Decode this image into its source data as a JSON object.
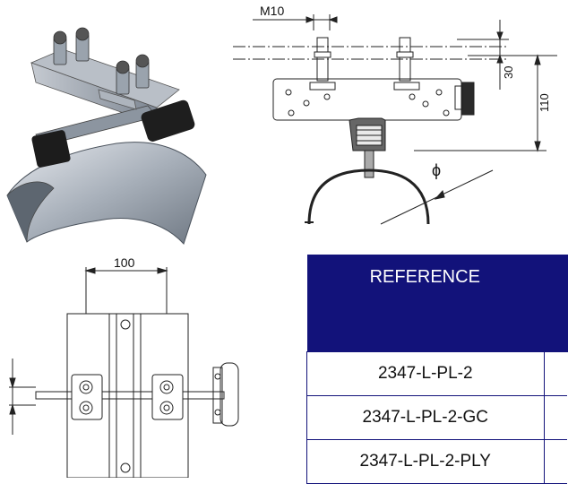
{
  "front_view": {
    "thread_label": "M10",
    "dim_upper": "30",
    "dim_total": "110",
    "diameter_symbol": "ϕ"
  },
  "top_view": {
    "spacing_label": "100"
  },
  "reference_table": {
    "header": "REFERENCE",
    "rows": [
      {
        "code": "2347-L-PL-2"
      },
      {
        "code": "2347-L-PL-2-GC"
      },
      {
        "code": "2347-L-PL-2-PLY"
      }
    ]
  },
  "colors": {
    "table_header": "#12127a",
    "metal": "#9aa3ad",
    "rubber": "#1c1c1c"
  }
}
